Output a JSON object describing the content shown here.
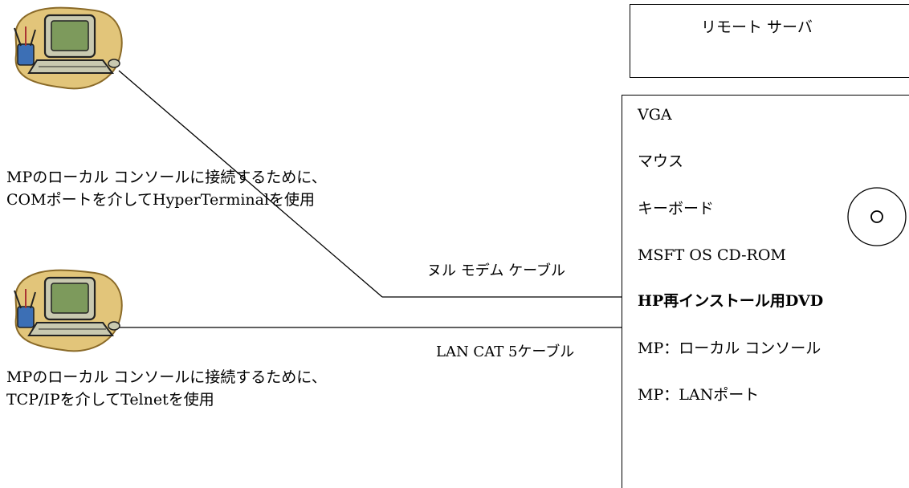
{
  "server": {
    "title": "リモート サーバ",
    "ports": [
      {
        "label": "VGA",
        "bold": false
      },
      {
        "label": "マウス",
        "bold": false
      },
      {
        "label": "キーボード",
        "bold": false
      },
      {
        "label": "MSFT OS CD-ROM",
        "bold": false
      },
      {
        "label": "HP再インストール用DVD",
        "bold": true
      },
      {
        "label": "MP：ローカル コンソール",
        "bold": false
      },
      {
        "label": "MP：LANポート",
        "bold": false
      }
    ]
  },
  "clients": {
    "top": {
      "description_line1": "MPのローカル コンソールに接続するために、",
      "description_line2": "COMポートを介してHyperTerminalを使用"
    },
    "bottom": {
      "description_line1": "MPのローカル コンソールに接続するために、",
      "description_line2": "TCP/IPを介してTelnetを使用"
    }
  },
  "cables": {
    "null_modem": "ヌル モデム ケーブル",
    "lan": "LAN CAT 5ケーブル"
  },
  "icons": {
    "client_computer": "computer-clipart-icon",
    "disc": "cd-disc-icon"
  },
  "colors": {
    "blob": "#e2c57a",
    "blob_edge": "#8a6a28",
    "monitor": "#c9c9b0",
    "screen": "#7d9a5c",
    "cup": "#3c6fb5"
  }
}
